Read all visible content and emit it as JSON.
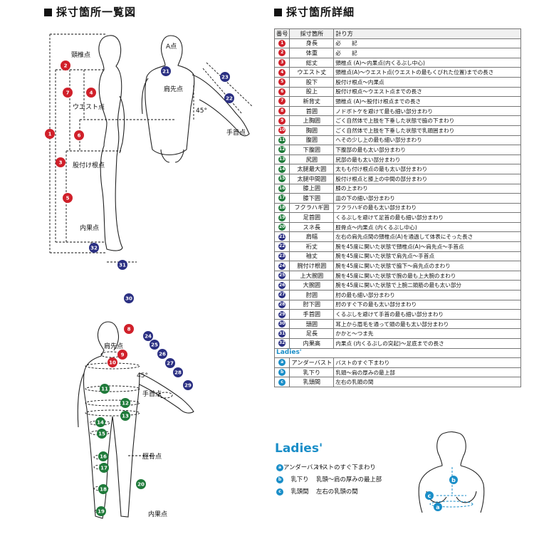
{
  "titles": {
    "overview": "採寸箇所一覧図",
    "details": "採寸箇所詳細"
  },
  "table_header": {
    "no": "番号",
    "place": "採寸箇所",
    "method": "計り方"
  },
  "rows": [
    {
      "no": "1",
      "name": "身長",
      "desc": "必　　記",
      "color": "red"
    },
    {
      "no": "2",
      "name": "体重",
      "desc": "必　　記",
      "color": "red"
    },
    {
      "no": "3",
      "name": "総丈",
      "desc": "頸椎点 (A)～内果点(内くるぶし中心)",
      "color": "red"
    },
    {
      "no": "4",
      "name": "ウエスト丈",
      "desc": "頸椎点(A)～ウエスト点(ウエストの最もくびれた位置)までの長さ",
      "color": "red"
    },
    {
      "no": "5",
      "name": "股下",
      "desc": "股付け根点～内果点",
      "color": "red"
    },
    {
      "no": "6",
      "name": "股上",
      "desc": "股付け根点～ウエスト点までの長さ",
      "color": "red"
    },
    {
      "no": "7",
      "name": "新背丈",
      "desc": "頸椎点 (A)～股付け根点までの長さ",
      "color": "red"
    },
    {
      "no": "8",
      "name": "首囲",
      "desc": "ノドボトケを避けて最も細い部分まわり",
      "color": "red"
    },
    {
      "no": "9",
      "name": "上胸囲",
      "desc": "ごく自然体で上肢を下垂した状態で脇の下まわり",
      "color": "red"
    },
    {
      "no": "10",
      "name": "胸囲",
      "desc": "ごく自然体で上肢を下垂した状態で乳頭囲まわり",
      "color": "red"
    },
    {
      "no": "11",
      "name": "腹囲",
      "desc": "へその少し上の最も細い部分まわり",
      "color": "green"
    },
    {
      "no": "12",
      "name": "下腹囲",
      "desc": "下腹部の最も太い部分まわり",
      "color": "green"
    },
    {
      "no": "13",
      "name": "尻囲",
      "desc": "尻部の最も太い部分まわり",
      "color": "green"
    },
    {
      "no": "14",
      "name": "太腿最大囲",
      "desc": "太もも付け根点の最も太い部分まわり",
      "color": "green"
    },
    {
      "no": "15",
      "name": "太腿中間囲",
      "desc": "股付け根点と膝上の中間の部分まわり",
      "color": "green"
    },
    {
      "no": "16",
      "name": "膝上囲",
      "desc": "膝の上まわり",
      "color": "green"
    },
    {
      "no": "17",
      "name": "膝下囲",
      "desc": "皿の下の細い部分まわり",
      "color": "green"
    },
    {
      "no": "18",
      "name": "フクラハギ囲",
      "desc": "フクラハギの最も太い部分まわり",
      "color": "green"
    },
    {
      "no": "19",
      "name": "足首囲",
      "desc": "くるぶしを避けて足首の最も細い部分まわり",
      "color": "green"
    },
    {
      "no": "20",
      "name": "スネ長",
      "desc": "脛骨点～内果点 (内くるぶし中心)",
      "color": "green"
    },
    {
      "no": "21",
      "name": "肩幅",
      "desc": "左右の肩先点間の頸椎点(A)を通過して体表にそった長さ",
      "color": "navy"
    },
    {
      "no": "22",
      "name": "裄丈",
      "desc": "腕を45度に開いた状態で頸椎点(A)～肩先点～手首点",
      "color": "navy"
    },
    {
      "no": "23",
      "name": "袖丈",
      "desc": "腕を45度に開いた状態で肩先点～手首点",
      "color": "navy"
    },
    {
      "no": "24",
      "name": "腕付け根囲",
      "desc": "腕を45度に開いた状態で脇下～肩先点のまわり",
      "color": "navy"
    },
    {
      "no": "25",
      "name": "上大腕囲",
      "desc": "腕を45度に開いた状態で腕の最も上大腕のまわり",
      "color": "navy"
    },
    {
      "no": "26",
      "name": "大腕囲",
      "desc": "腕を45度に開いた状態で上腕二頭筋の最も太い部分",
      "color": "navy"
    },
    {
      "no": "27",
      "name": "肘囲",
      "desc": "肘の最も細い部分まわり",
      "color": "navy"
    },
    {
      "no": "28",
      "name": "肘下囲",
      "desc": "肘のすぐ下の最も太い部分まわり",
      "color": "navy"
    },
    {
      "no": "29",
      "name": "手首囲",
      "desc": "くるぶしを避けて手首の最も細い部分まわり",
      "color": "navy"
    },
    {
      "no": "30",
      "name": "頭囲",
      "desc": "耳上から眉毛を通って頭の最も太い部分まわり",
      "color": "navy"
    },
    {
      "no": "31",
      "name": "足長",
      "desc": "かかと～つま先",
      "color": "navy"
    },
    {
      "no": "32",
      "name": "内果高",
      "desc": "内果点 (内くるぶしの突起)～足底までの長さ",
      "color": "navy"
    }
  ],
  "ladies_label": "Ladies'",
  "ladies_rows": [
    {
      "no": "a",
      "name": "アンダーバスト",
      "desc": "バストのすぐ下まわり"
    },
    {
      "no": "b",
      "name": "乳下り",
      "desc": "乳頭～肩の厚みの最上部"
    },
    {
      "no": "c",
      "name": "乳頭間",
      "desc": "左右の乳頭の間"
    }
  ],
  "labels": {
    "cervical": "頸椎点",
    "waist": "ウエスト点",
    "crotch": "股付け根点",
    "malleolus": "内果点",
    "a_point": "A点",
    "shoulder": "肩先点",
    "wrist": "手首点",
    "deg": "45°",
    "tibial": "脛骨点"
  },
  "colors": {
    "red": "#d0202a",
    "navy": "#2a2f82",
    "green": "#1f7a3a",
    "cyan": "#1a8ec8"
  }
}
